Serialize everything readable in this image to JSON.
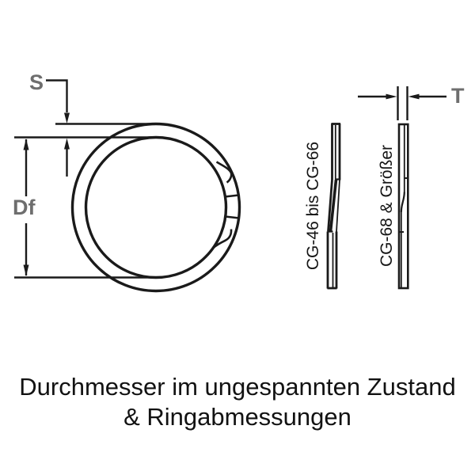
{
  "diagram": {
    "front_view": {
      "s_label": "S",
      "df_label": "Df"
    },
    "side_views": {
      "t_label": "T",
      "strip1_label": "CG-46 bis CG-66",
      "strip2_label": "CG-68 & Größer"
    },
    "caption": {
      "line1": "Durchmesser im ungespannten Zustand",
      "line2": "& Ringabmessungen"
    },
    "colors": {
      "line": "#1a1a1a",
      "dim_label": "#6e6e6e",
      "caption_text": "#121212",
      "background": "#ffffff"
    }
  }
}
